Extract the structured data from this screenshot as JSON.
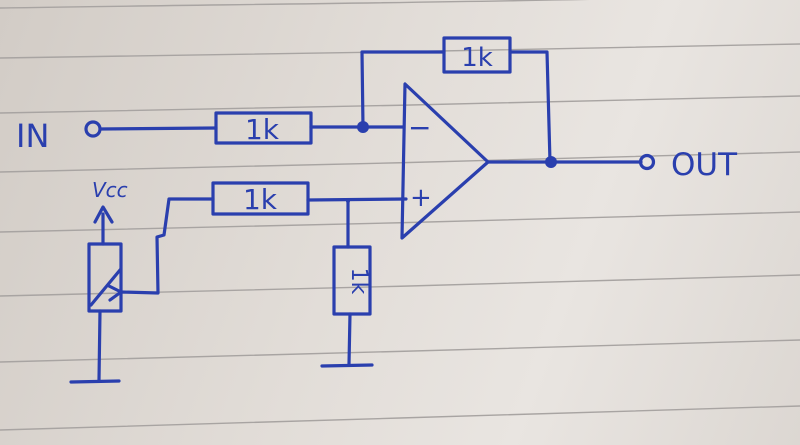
{
  "colors": {
    "ink": "#2a3fae",
    "rule": "#a8a4a2",
    "margin_rule": "#b9b4b1"
  },
  "labels": {
    "input": "IN",
    "output": "OUT",
    "supply": "Vcc",
    "minus": "−",
    "plus": "+"
  },
  "resistors": {
    "feedback": "1k",
    "input": "1k",
    "noninverting": "1k",
    "ground": "1k"
  }
}
